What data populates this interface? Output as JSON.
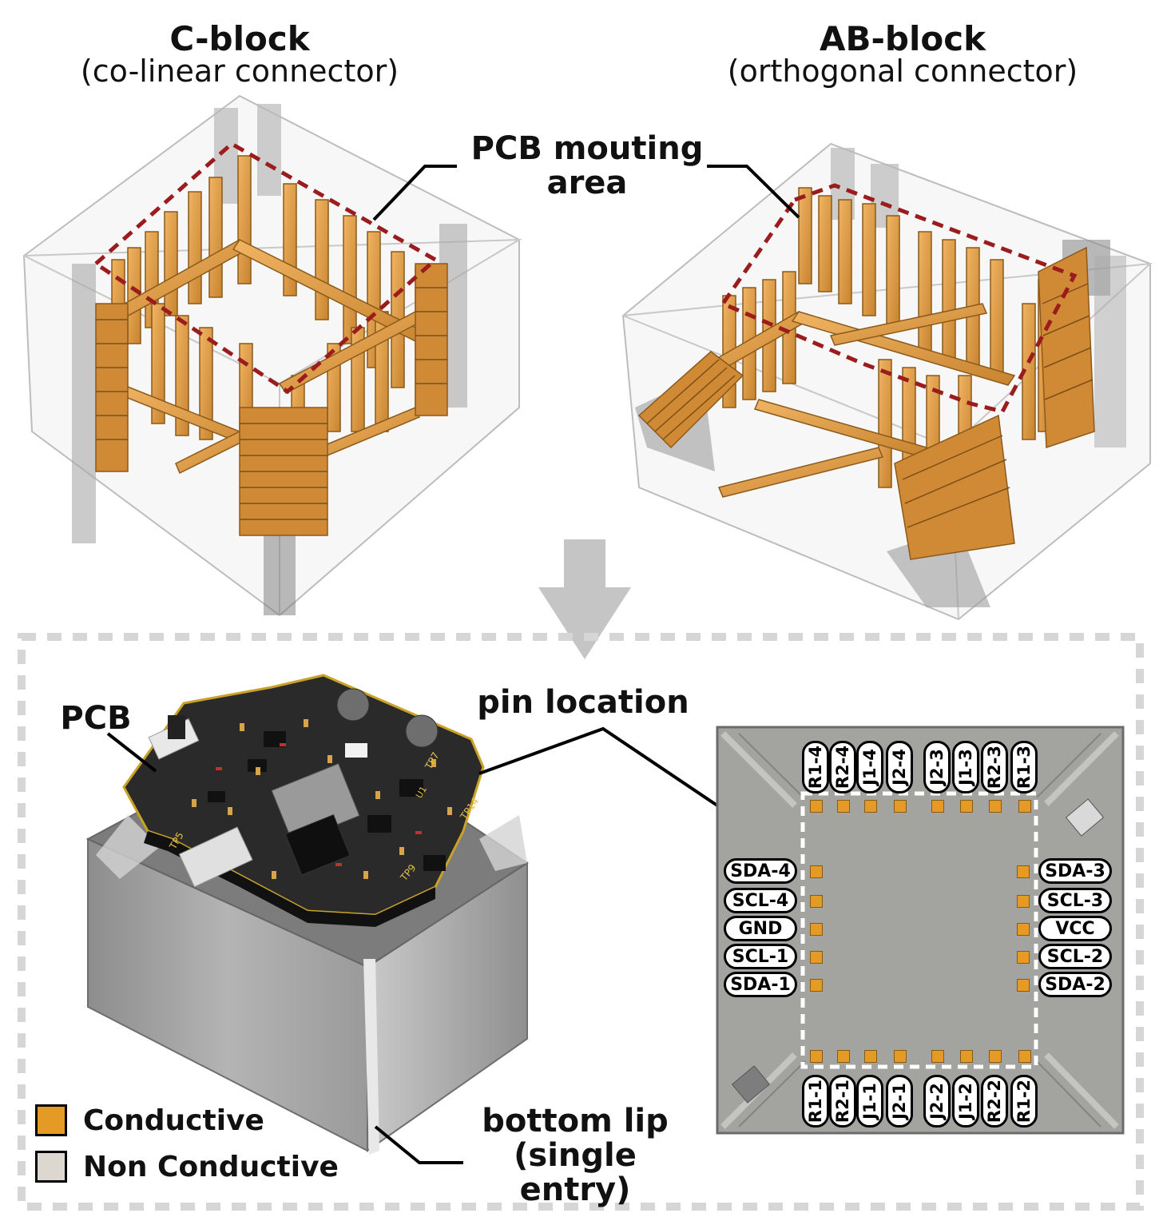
{
  "left_title": "C-block",
  "left_subtitle": "(co-linear connector)",
  "right_title": "AB-block",
  "right_subtitle": "(orthogonal connector)",
  "pcb_area_label": [
    "PCB mouting",
    "area"
  ],
  "pcb_label": "PCB",
  "pin_location_label": "pin location",
  "bottom_lip_label": [
    "bottom lip",
    "(single entry)"
  ],
  "legend": {
    "conductive": "Conductive",
    "non_conductive": "Non Conductive",
    "conductive_color": "#e69a26",
    "non_conductive_color": "#dcd8d0"
  },
  "pins": {
    "top": [
      "R1-4",
      "R2-4",
      "J1-4",
      "J2-4",
      "J2-3",
      "J1-3",
      "R2-3",
      "R1-3"
    ],
    "bottom": [
      "R1-1",
      "R2-1",
      "J1-1",
      "J2-1",
      "J2-2",
      "J1-2",
      "R2-2",
      "R1-2"
    ],
    "left": [
      "SDA-4",
      "SCL-4",
      "GND",
      "SCL-1",
      "SDA-1"
    ],
    "right": [
      "SDA-3",
      "SCL-3",
      "VCC",
      "SCL-2",
      "SDA-2"
    ]
  },
  "pcb_silkscreen": [
    "TP7",
    "TP14",
    "TP9",
    "TP5",
    "U1"
  ]
}
